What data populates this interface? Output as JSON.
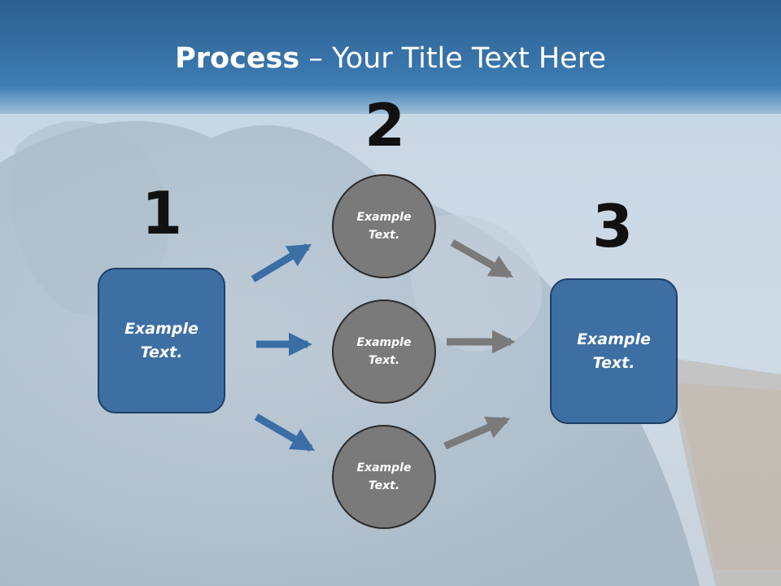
{
  "title": {
    "bold": "Process",
    "rest": " – Your Title Text Here"
  },
  "colors": {
    "accent_blue": "#3d6fa3",
    "circle_gray": "#7a7a7a",
    "arrow_blue": "#3a6ea5",
    "arrow_gray": "#7a7a7a",
    "banner": "#3a74aa"
  },
  "steps": {
    "step1": {
      "number": "1",
      "text": "Example Text."
    },
    "step2": {
      "number": "2",
      "items": [
        {
          "text": "Example Text."
        },
        {
          "text": "Example Text."
        },
        {
          "text": "Example Text."
        }
      ]
    },
    "step3": {
      "number": "3",
      "text": "Example Text."
    }
  }
}
